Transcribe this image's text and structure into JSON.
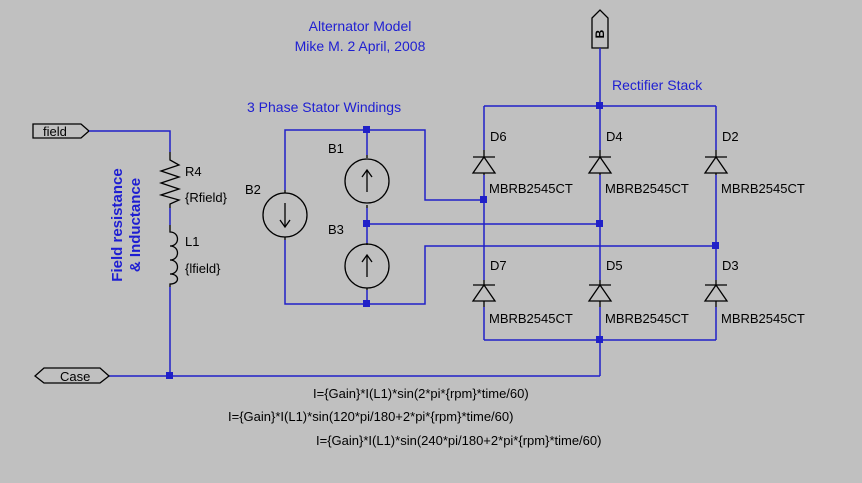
{
  "title": {
    "line1": "Alternator Model",
    "line2": "Mike M. 2 April, 2008"
  },
  "labels": {
    "stator": "3 Phase Stator Windings",
    "rectifier": "Rectifier Stack",
    "field_note_line1": "Field resistance",
    "field_note_line2": "& Inductance"
  },
  "ports": {
    "field": "field",
    "case": "Case",
    "battery": "B"
  },
  "components": {
    "r4": {
      "ref": "R4",
      "value": "{Rfield}"
    },
    "l1": {
      "ref": "L1",
      "value": "{lfield}"
    },
    "b1": {
      "ref": "B1"
    },
    "b2": {
      "ref": "B2"
    },
    "b3": {
      "ref": "B3"
    },
    "d6": {
      "ref": "D6",
      "model": "MBRB2545CT"
    },
    "d4": {
      "ref": "D4",
      "model": "MBRB2545CT"
    },
    "d2": {
      "ref": "D2",
      "model": "MBRB2545CT"
    },
    "d7": {
      "ref": "D7",
      "model": "MBRB2545CT"
    },
    "d5": {
      "ref": "D5",
      "model": "MBRB2545CT"
    },
    "d3": {
      "ref": "D3",
      "model": "MBRB2545CT"
    }
  },
  "equations": [
    "I={Gain}*I(L1)*sin(2*pi*{rpm}*time/60)",
    "I={Gain}*I(L1)*sin(120*pi/180+2*pi*{rpm}*time/60)",
    "I={Gain}*I(L1)*sin(240*pi/180+2*pi*{rpm}*time/60)"
  ],
  "colors": {
    "background": "#c0c0c0",
    "wire": "#2020c8",
    "label": "#1e1ed2",
    "component": "#000000"
  }
}
